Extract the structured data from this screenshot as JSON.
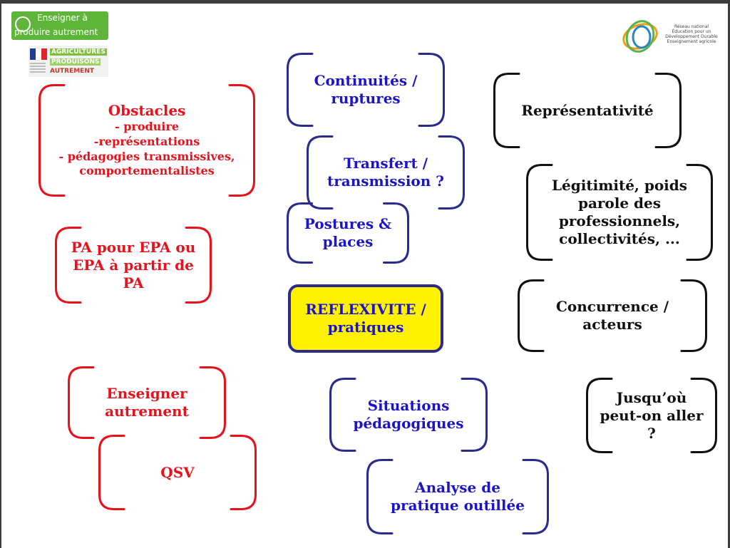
{
  "logos": {
    "left_line1": "Enseigner à",
    "left_line2": "produire autrement",
    "agri_word1": "AGRICULTURES",
    "agri_word2": "PRODUISONS",
    "agri_word3": "AUTREMENT",
    "right_line1": "Réseau national",
    "right_line2": "Éducation pour un",
    "right_line3": "Développement Durable",
    "right_line4": "Enseignement agricole"
  },
  "colors": {
    "red": "#e8121c",
    "blue": "#1b14c9",
    "black": "#111111",
    "highlight": "#fff200",
    "navy_border": "#2a2a8f"
  },
  "nodes": {
    "obstacles": {
      "title": "Obstacles",
      "items": [
        "- produire",
        "-représentations",
        "- pédagogies transmissives,",
        "comportementalistes"
      ]
    },
    "pa_epa": {
      "lines": [
        "PA pour EPA ou",
        "EPA à partir de",
        "PA"
      ]
    },
    "enseigner": {
      "lines": [
        "Enseigner",
        "autrement"
      ]
    },
    "qsv": {
      "lines": [
        "QSV"
      ]
    },
    "continuites": {
      "lines": [
        "Continuités /",
        "ruptures"
      ]
    },
    "transfert": {
      "lines": [
        "Transfert /",
        "transmission ?"
      ]
    },
    "postures": {
      "lines": [
        "Postures &",
        "places"
      ]
    },
    "reflexivite": {
      "lines": [
        "REFLEXIVITE /",
        "pratiques"
      ]
    },
    "situations": {
      "lines": [
        "Situations",
        "pédagogiques"
      ]
    },
    "analyse": {
      "lines": [
        "Analyse de",
        "pratique outillée"
      ]
    },
    "representativite": {
      "lines": [
        "Représentativité"
      ]
    },
    "legitimite": {
      "lines": [
        "Légitimité, poids",
        "parole des",
        "professionnels,",
        "collectivités, ..."
      ]
    },
    "concurrence": {
      "lines": [
        "Concurrence /",
        "acteurs"
      ]
    },
    "jusquou": {
      "lines": [
        "Jusqu’où",
        "peut-on aller",
        "?"
      ]
    }
  }
}
